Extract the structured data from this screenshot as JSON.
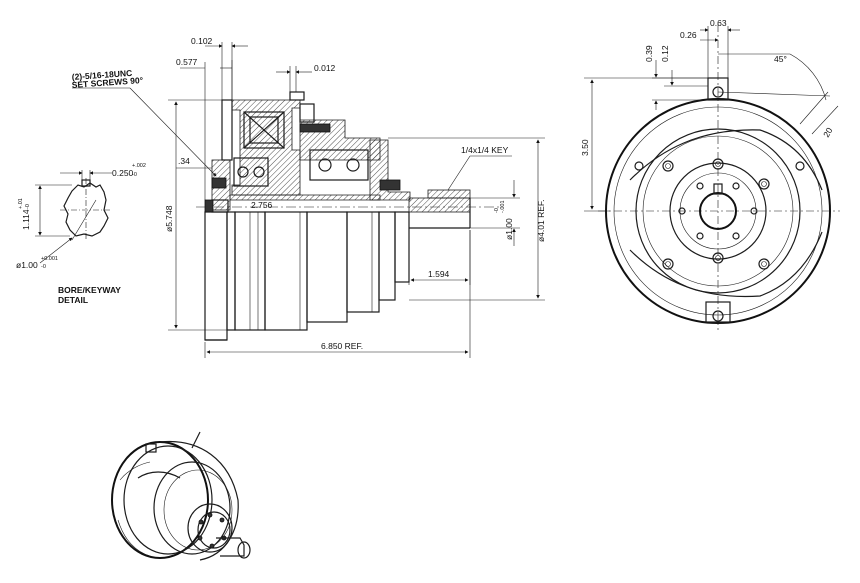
{
  "dimensions": {
    "d_0102": "0.102",
    "d_0577": "0.577",
    "d_0012": "0.012",
    "set_screws_1": "(2)-5/16-18UNC",
    "set_screws_2": "SET SCREWS 90°",
    "d_0250": "0.250",
    "d_0250_tol_up": "+.002",
    "d_0250_tol_dn": "-0",
    "d_034": ".34",
    "d_1114": "1.114",
    "d_1114_tol_up": "+.01",
    "d_1114_tol_dn": "-0",
    "d_100_bore": "ø1.00",
    "d_100_bore_tol_up": "+0.001",
    "d_100_bore_tol_dn": "-0",
    "detail_1": "BORE/KEYWAY",
    "detail_2": "DETAIL",
    "d_5748": "ø5.748",
    "d_2756": "2.756",
    "key": "1/4x1/4 KEY",
    "d_100_shaft": "ø1.00",
    "d_100_shaft_tol_up": "-0",
    "d_100_shaft_tol_dn": "-.001",
    "d_401": "ø4.01 REF.",
    "d_1594": "1.594",
    "d_6850": "6.850 REF.",
    "d_063": "0.63",
    "d_026": "0.26",
    "d_039": "0.39",
    "d_012": "0.12",
    "d_45": "45°",
    "d_350": "3.50",
    "d_20": "20"
  }
}
